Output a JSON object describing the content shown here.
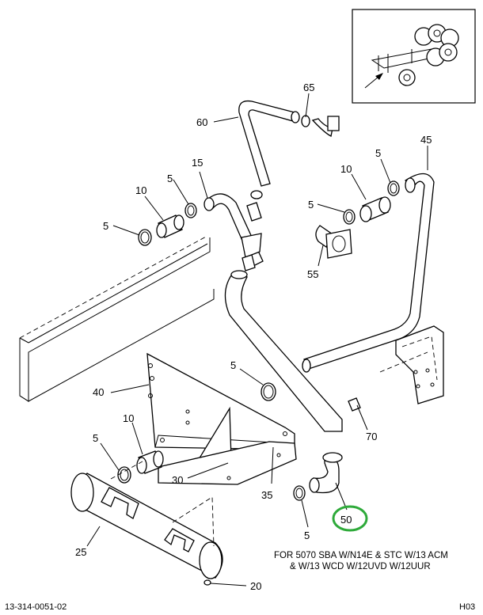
{
  "diagram": {
    "callouts": {
      "c60": "60",
      "c65": "65",
      "c15": "15",
      "c5_top": "5",
      "c10_top": "10",
      "c5_left": "5",
      "c45": "45",
      "c5_right": "5",
      "c10_right": "10",
      "c5_right2": "5",
      "c55": "55",
      "c5_mid": "5",
      "c40": "40",
      "c10_low": "10",
      "c5_low": "5",
      "c30": "30",
      "c35": "35",
      "c70": "70",
      "c50": "50",
      "c5_bottom": "5",
      "c25": "25",
      "c20": "20"
    },
    "note_line1": "FOR 5070 SBA W/N14E & STC W/13 ACM",
    "note_line2": "& W/13 WCD W/12UVD W/12UUR",
    "footer_left": "13-314-0051-02",
    "footer_right": "H03",
    "highlight_color": "#2eaa3a"
  }
}
